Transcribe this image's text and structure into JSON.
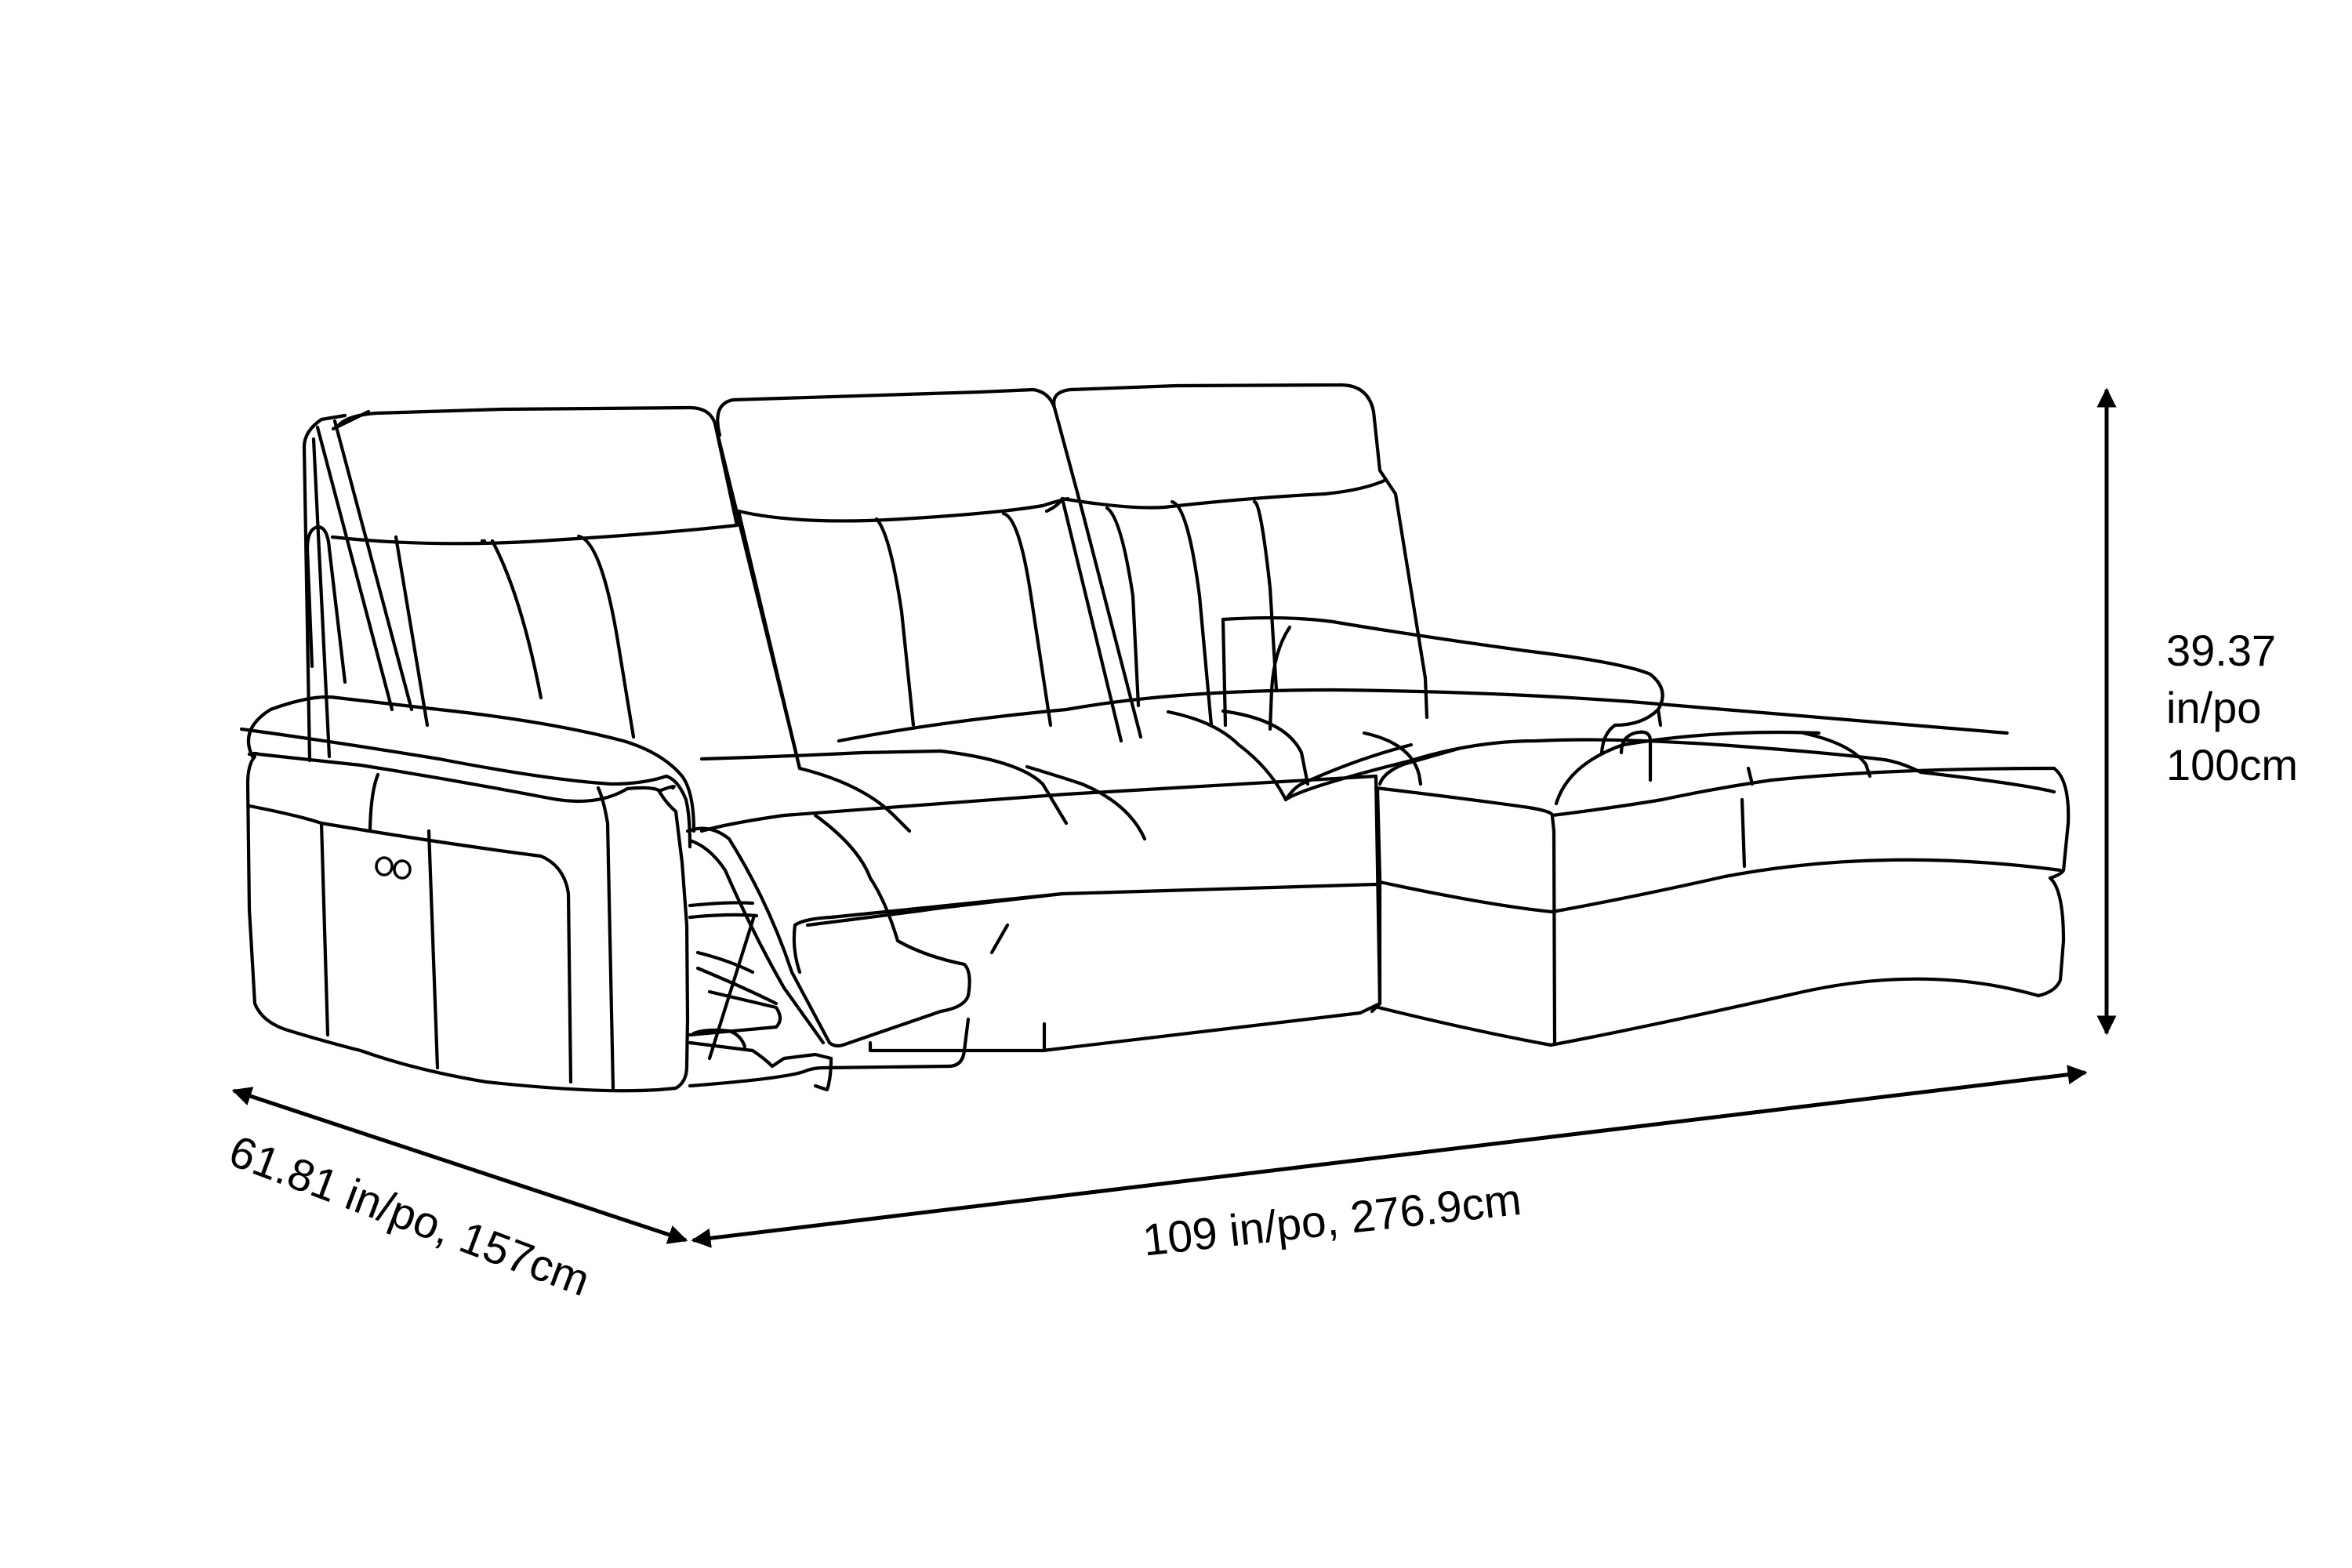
{
  "diagram": {
    "subject": "L-shaped sectional sofa with power recliner and chaise (line drawing)",
    "line_color": "#000000",
    "background": "#ffffff"
  },
  "dimensions": {
    "height": {
      "value_in": "39.37",
      "unit_line": "in/po",
      "value_cm": "100cm"
    },
    "depth": {
      "label": "61.81 in/po, 157cm"
    },
    "width": {
      "label": "109 in/po, 276.9cm"
    }
  },
  "features": {
    "power_buttons": 2,
    "reclined_seat": "left seat with extended footrest"
  }
}
